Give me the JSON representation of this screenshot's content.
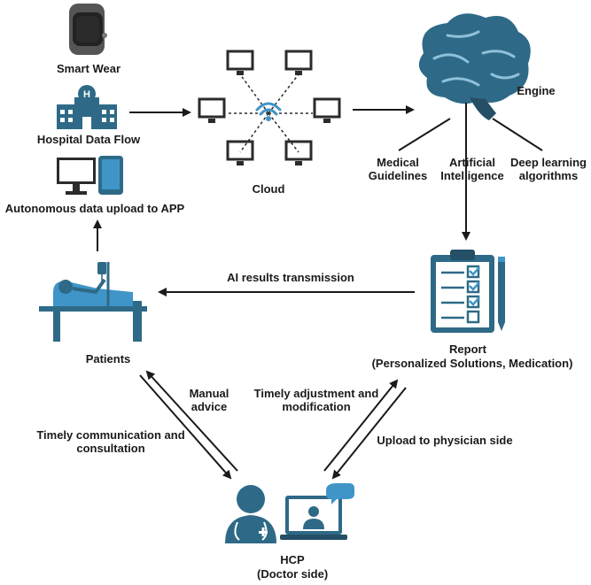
{
  "nodes": {
    "smart_wear": "Smart Wear",
    "hospital_data_flow": "Hospital Data Flow",
    "autonomous_upload": "Autonomous data upload to APP",
    "cloud": "Cloud",
    "engine": "Engine",
    "medical_guidelines": "Medical Guidelines",
    "artificial_intelligence": "Artificial Intelligence",
    "deep_learning": "Deep learning algorithms",
    "report_title": "Report",
    "report_subtitle": "(Personalized Solutions, Medication)",
    "patients": "Patients",
    "hcp_title": "HCP",
    "hcp_subtitle": "(Doctor side)"
  },
  "edges": {
    "ai_results": "AI results transmission",
    "manual_advice": "Manual advice",
    "timely_communication": "Timely communication and consultation",
    "timely_adjustment": "Timely adjustment and modification",
    "upload_physician": "Upload to physician side"
  },
  "colors": {
    "icon": "#2e6a87",
    "icon_dark": "#244f66",
    "accent": "#3f95c7",
    "arrow": "#1a1a1a"
  }
}
